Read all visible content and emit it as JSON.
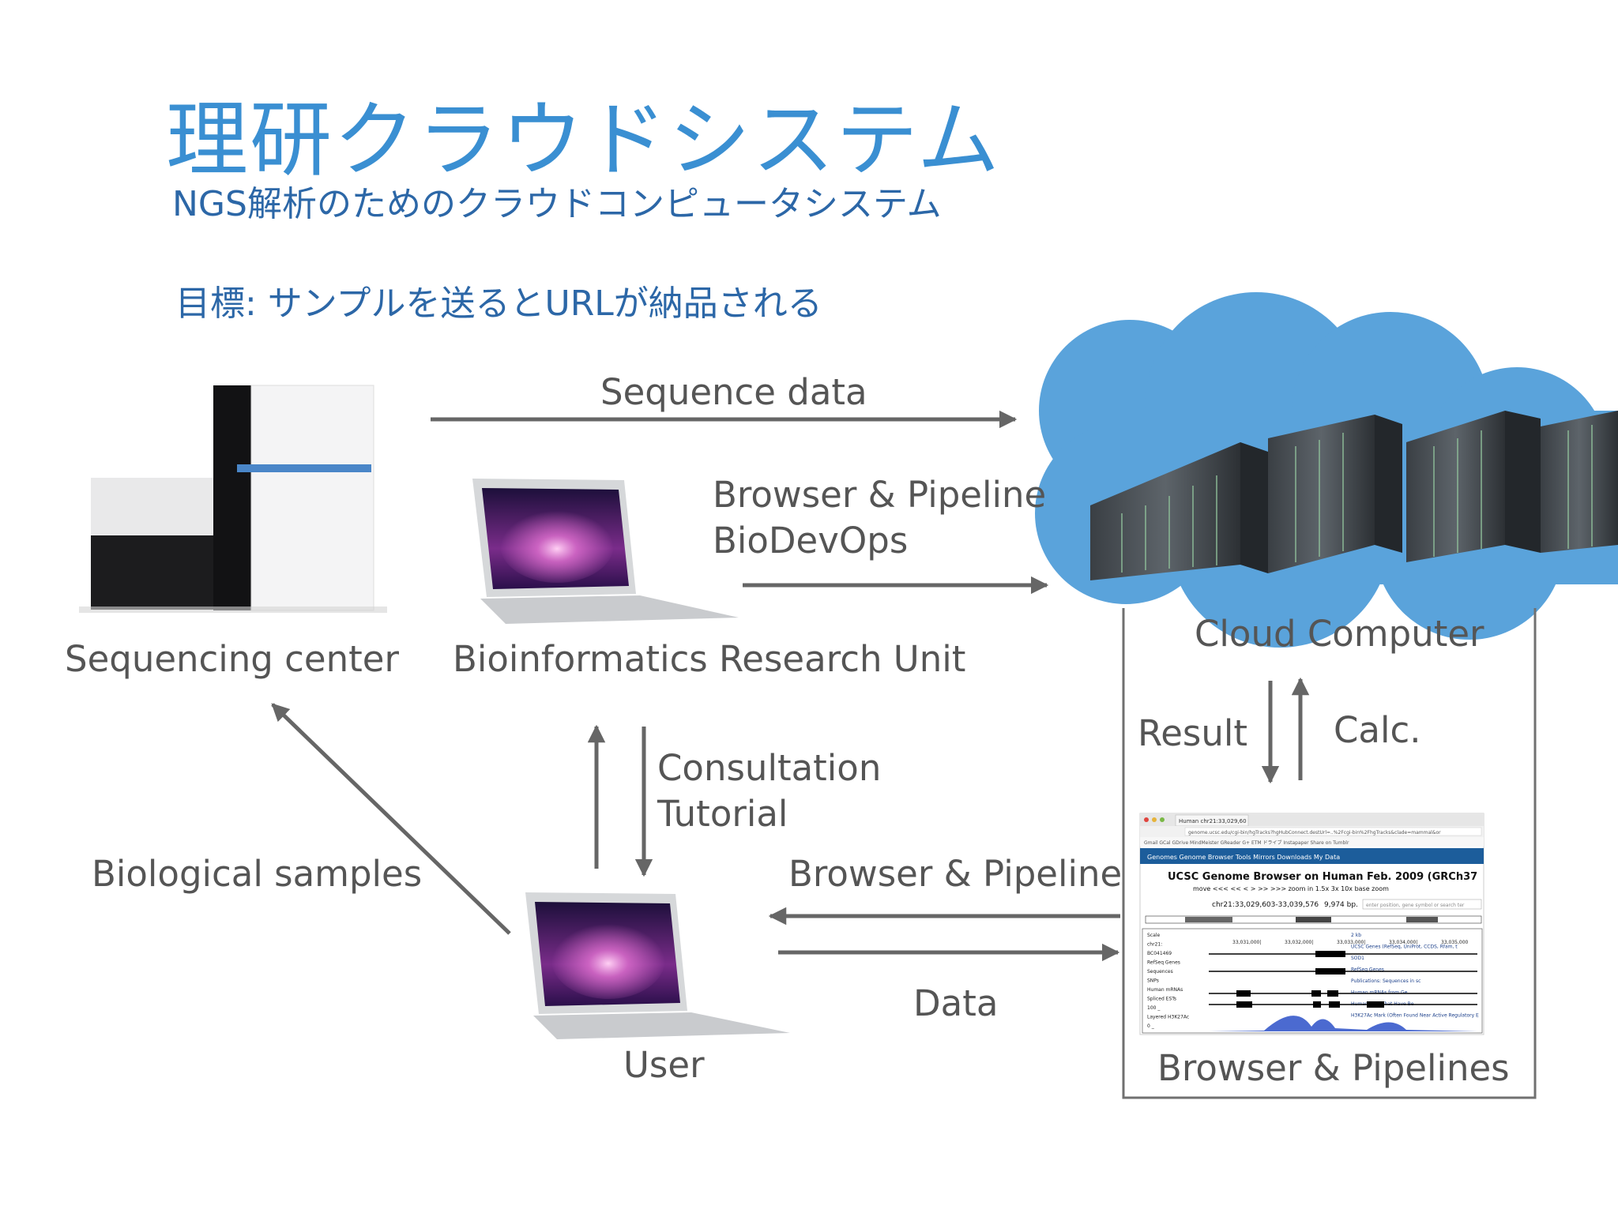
{
  "title": "理研クラウドシステム",
  "subtitle": "NGS解析のためのクラウドコンピュータシステム",
  "goal": "目標: サンプルを送るとURLが納品される",
  "nodes": {
    "sequencing_center": "Sequencing center",
    "bioinformatics": "Bioinformatics Research Unit",
    "cloud": "Cloud Computer",
    "user": "User",
    "browser_pipelines": "Browser & Pipelines"
  },
  "edges": {
    "sequence_data": "Sequence data",
    "browser_pipeline_biodevops": "Browser & Pipeline\nBioDevOps",
    "result": "Result",
    "calc": "Calc.",
    "consultation": "Consultation\nTutorial",
    "biological_samples": "Biological samples",
    "browser_pipeline": "Browser & Pipeline",
    "data": "Data"
  },
  "browser_screenshot": {
    "tab": "Human chr21:33,029,60",
    "url": "genome.ucsc.edu/cgi-bin/hgTracks?hgHubConnect.destUrl=..%2Fcgi-bin%2FhgTracks&clade=mammal&or",
    "bookmarks": [
      "Gmail",
      "GCal",
      "GDrive",
      "MindMeister",
      "GReader",
      "G+",
      "ETM",
      "ドライブ",
      "Instapaper",
      "Share on Tumblr"
    ],
    "nav": [
      "Genomes",
      "Genome Browser",
      "Tools",
      "Mirrors",
      "Downloads",
      "My Data"
    ],
    "heading": "UCSC Genome Browser on Human Feb. 2009 (GRCh37",
    "move_label": "move",
    "move_buttons": [
      "<<<",
      "<<",
      "<",
      ">",
      ">>",
      ">>>"
    ],
    "zoom_in_label": "zoom in",
    "zoom_buttons": [
      "1.5x",
      "3x",
      "10x",
      "base"
    ],
    "zoom_out_label": "zoom",
    "position": "chr21:33,029,603-33,039,576",
    "size": "9,974 bp.",
    "search_placeholder": "enter position, gene symbol or search ter",
    "track_labels": [
      "Scale",
      "chr21:",
      "BC041469",
      "RefSeq Genes",
      "Sequences",
      "SNPs",
      "Human mRNAs",
      "Spliced ESTs",
      "100 _",
      "Layered H3K27Ac",
      "0 _"
    ],
    "track_notes": [
      "2 kb",
      "UCSC Genes (RefSeq, UniProt, CCDS, Rfam, t",
      "SOD1",
      "RefSeq Genes",
      "Publications: Sequences in sc",
      "Human mRNAs from Ge",
      "Human ESTs That Have Be",
      "H3K27Ac Mark (Often Found Near Active Regulatory E"
    ],
    "coords": [
      "33,031,000|",
      "33,032,000|",
      "33,033,000|",
      "33,034,000|",
      "33,035,000"
    ]
  },
  "colors": {
    "title": "#3a8fd2",
    "subtitle": "#2c67a7",
    "label": "#555555",
    "arrow": "#666666",
    "cloud": "#5aa3db",
    "ucsc_nav": "#1c5d9b"
  }
}
